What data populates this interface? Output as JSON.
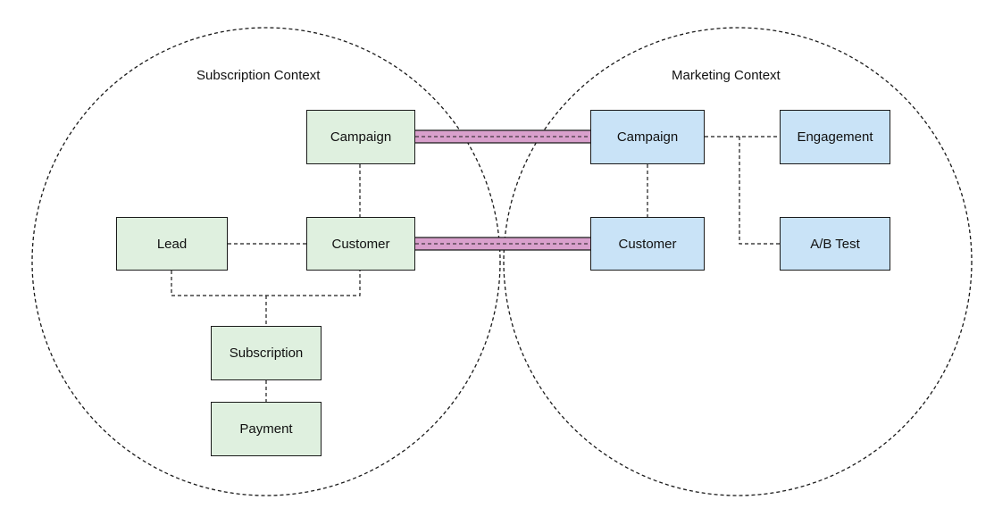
{
  "contexts": {
    "subscription": {
      "title": "Subscription Context"
    },
    "marketing": {
      "title": "Marketing Context"
    }
  },
  "subscription_boxes": {
    "campaign": "Campaign",
    "lead": "Lead",
    "customer": "Customer",
    "subscription": "Subscription",
    "payment": "Payment"
  },
  "marketing_boxes": {
    "campaign": "Campaign",
    "customer": "Customer",
    "engagement": "Engagement",
    "ab_test": "A/B Test"
  },
  "colors": {
    "subscription_fill": "#dff0df",
    "marketing_fill": "#c9e3f7",
    "shared_link": "#d9a0cc",
    "stroke": "#1a1a1a"
  }
}
